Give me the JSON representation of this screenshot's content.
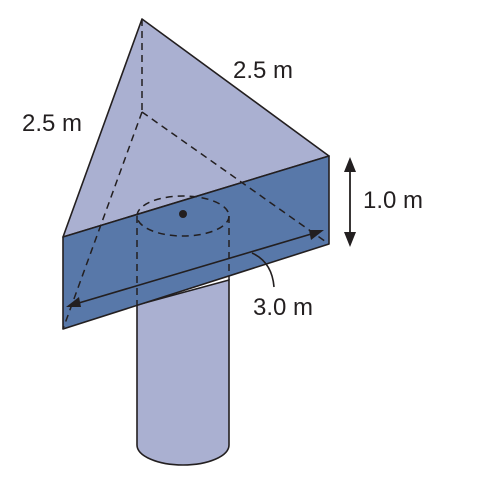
{
  "labels": {
    "slant_edge_left": "2.5 m",
    "slant_edge_right": "2.5 m",
    "thickness": "1.0 m",
    "base_width": "3.0 m"
  },
  "colors": {
    "top_face": "#aab0d1",
    "front_face": "#5878a9",
    "post": "#aab0d1",
    "outline": "#231f20"
  }
}
